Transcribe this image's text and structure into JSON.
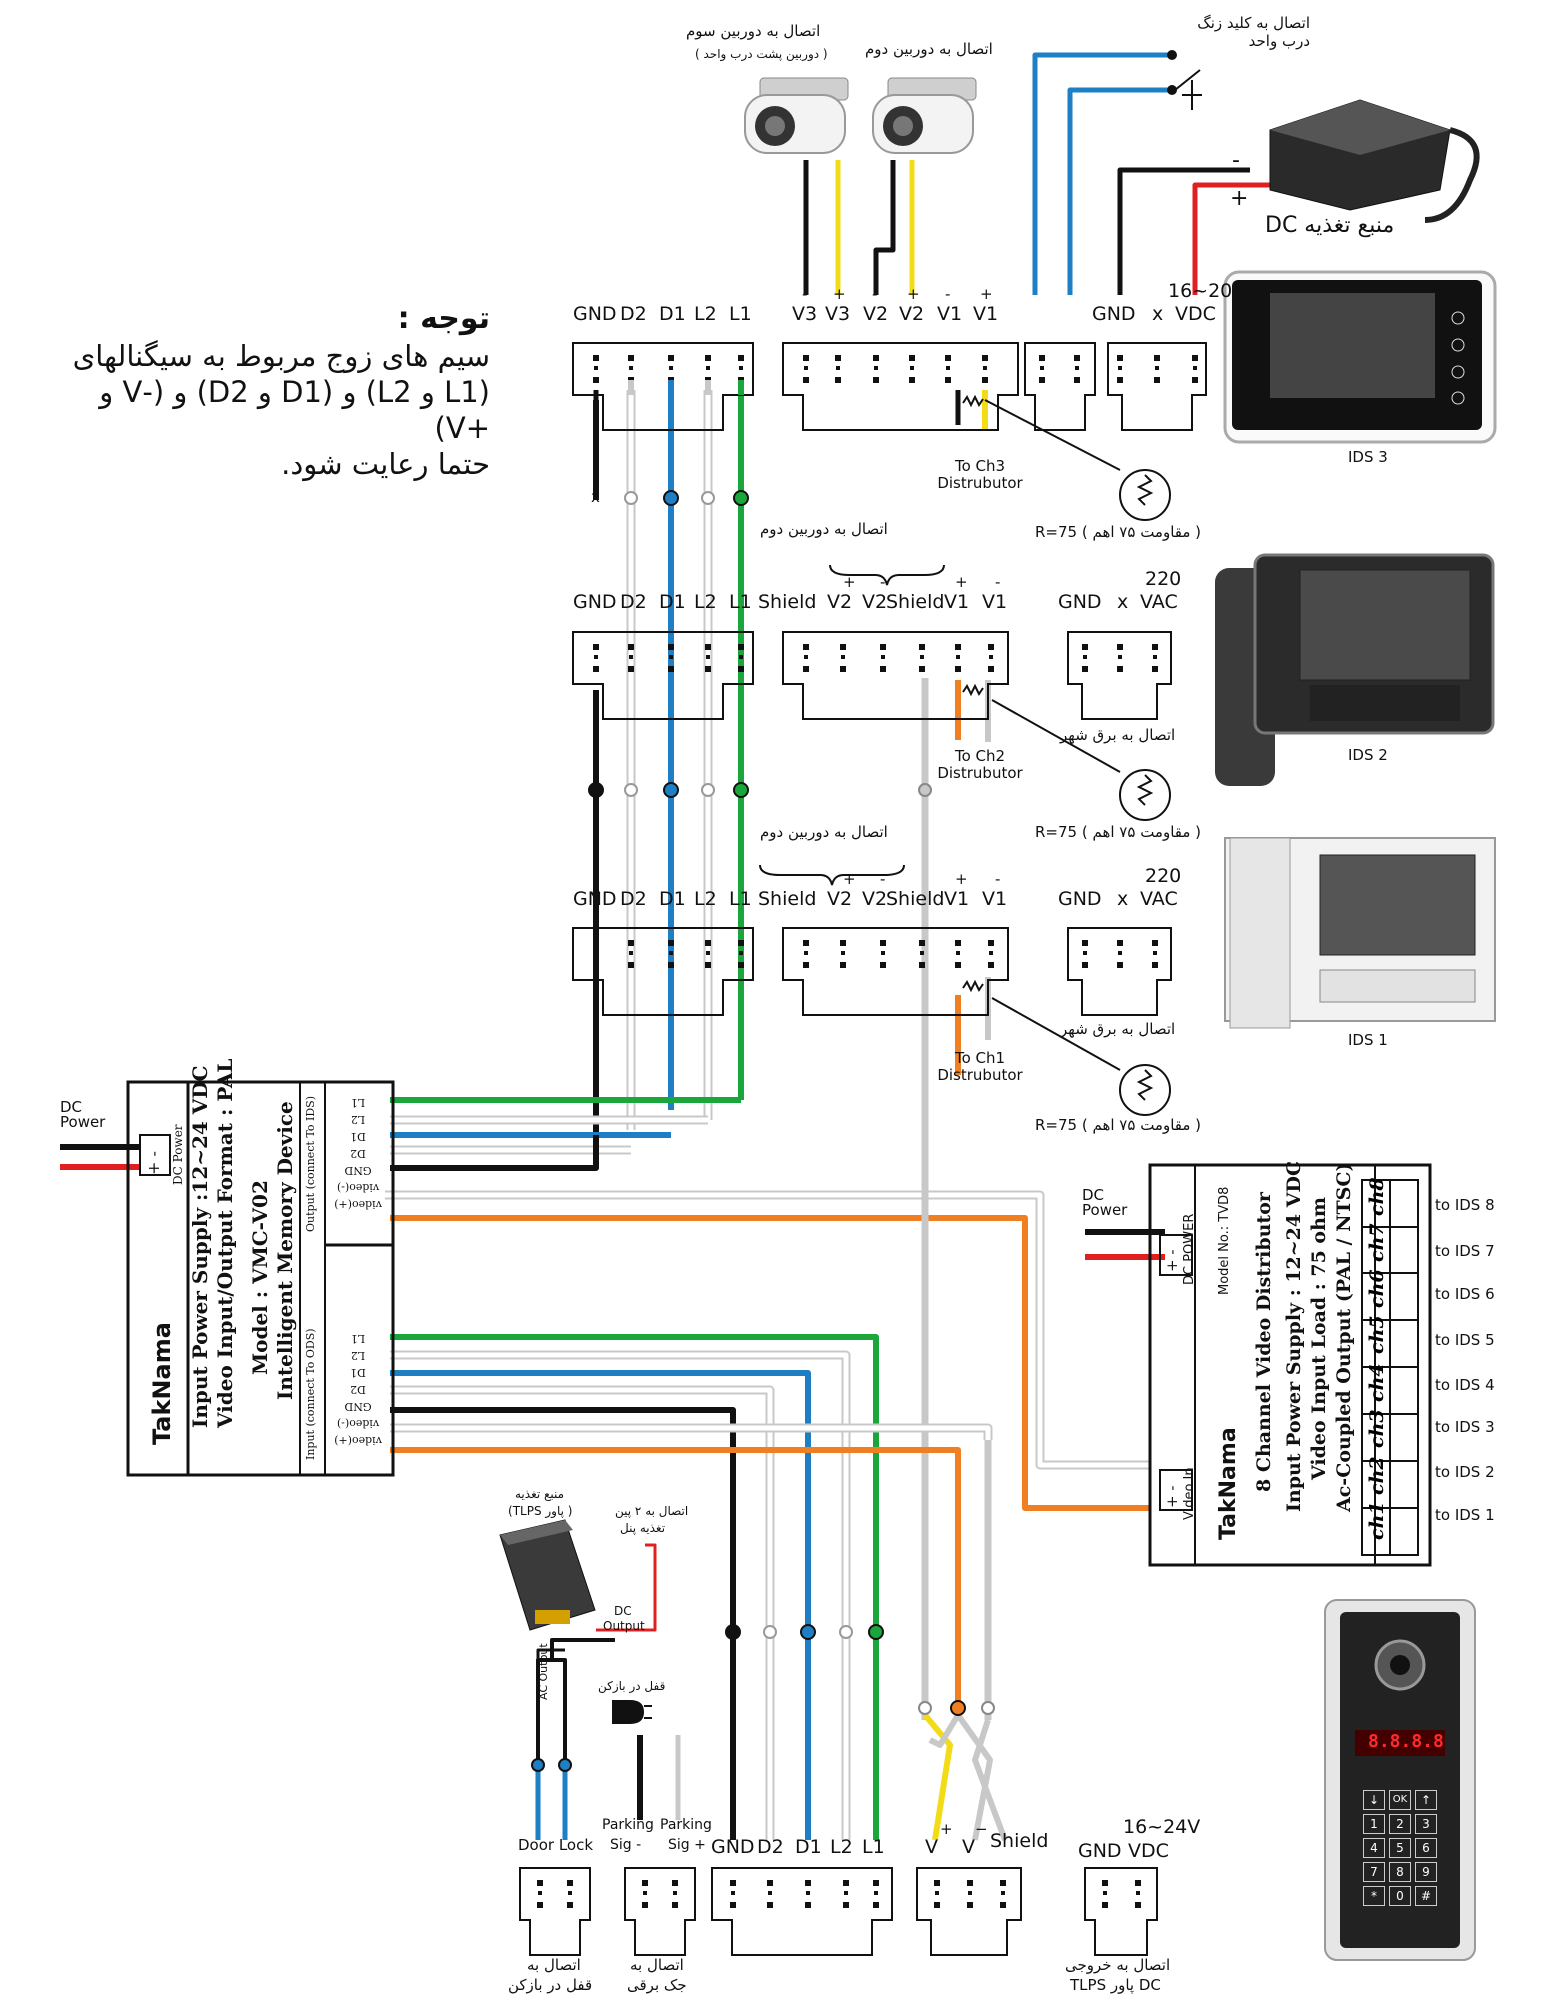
{
  "note": {
    "title": "توجه :",
    "line1": "سیم های زوج مربوط به سیگنالهای",
    "line2": "(L1 و L2) و (D1 و D2) و (-V و +V)",
    "line3": "حتما رعایت شود."
  },
  "cameras": {
    "cam3_label": "اتصال به دوربین سوم",
    "cam3_sub": "( دوربین پشت درب واحد )",
    "cam2_label": "اتصال به دوربین دوم"
  },
  "door_bell_label": "اتصال به کلید زنگ درب واحد",
  "dc_supply": {
    "label": "منبع تغذیه DC",
    "minus": "-",
    "plus": "+"
  },
  "ids3_row": {
    "left_terms": [
      "GND",
      "D2",
      "D1",
      "L2",
      "L1"
    ],
    "video_terms": [
      "V3",
      "V3",
      "V2",
      "V2",
      "V1",
      "V1"
    ],
    "video_signs": [
      "-",
      "+",
      "-",
      "+",
      "-",
      "+"
    ],
    "power_terms": [
      "GND",
      "x",
      "VDC"
    ],
    "power_volt": "16~20",
    "x_mark": "x",
    "distributor": "To Ch3 Distrubutor",
    "resistor": "( مقاومت ۷۵ اهم ) R=75",
    "device": "IDS 3"
  },
  "ids2_row": {
    "camera_label": "اتصال به دوربین دوم",
    "left_terms": [
      "GND",
      "D2",
      "D1",
      "L2",
      "L1"
    ],
    "video_terms": [
      "Shield",
      "V2",
      "V2",
      "Shield",
      "V1",
      "V1"
    ],
    "video_signs": [
      "",
      "+",
      "-",
      "",
      "+",
      "-"
    ],
    "power_terms": [
      "GND",
      "x",
      "VAC"
    ],
    "power_volt": "220",
    "mains": "اتصال به برق شهر",
    "distributor": "To Ch2 Distrubutor",
    "resistor": "( مقاومت ۷۵ اهم ) R=75",
    "device": "IDS 2"
  },
  "ids1_row": {
    "camera_label": "اتصال به دوربین دوم",
    "left_terms": [
      "GND",
      "D2",
      "D1",
      "L2",
      "L1"
    ],
    "video_terms": [
      "Shield",
      "V2",
      "V2",
      "Shield",
      "V1",
      "V1"
    ],
    "video_signs": [
      "",
      "+",
      "-",
      "",
      "+",
      "-"
    ],
    "power_terms": [
      "GND",
      "x",
      "VAC"
    ],
    "power_volt": "220",
    "mains": "اتصال به برق شهر",
    "distributor": "To Ch1 Distrubutor",
    "resistor": "( مقاومت ۷۵ اهم ) R=75",
    "device": "IDS 1"
  },
  "vmc": {
    "dc_power": "DC Power",
    "power_label": "DC Power",
    "brand": "TakNama",
    "line1": "Input Power Supply :12~24 VDC",
    "line2": "Video Input/Output Format : PAL",
    "line3": "Model : VMC-V02",
    "line4": "Intelligent Memory Device",
    "output_label": "Output (connect To IDS)",
    "input_label": "Input (connect To ODS)",
    "pins": [
      "L1",
      "L2",
      "D1",
      "D2",
      "GND",
      "video(-)",
      "video(+)"
    ],
    "pm": "+ -"
  },
  "tvd8": {
    "dc_power": "DC Power",
    "power_label": "DC POWER",
    "video_in": "Video In",
    "model": "Model No.: TVD8",
    "brand": "TakNama",
    "line1": "8 Channel Video Distributor",
    "line2": "Input Power Supply : 12~24 VDC",
    "line3": "Video Input Load : 75 ohm",
    "line4": "Ac-Coupled Output (PAL / NTSC)",
    "channels": [
      "ch1",
      "ch2",
      "ch3",
      "ch4",
      "ch5",
      "ch6",
      "ch7",
      "ch8"
    ],
    "outputs": [
      "to IDS 8",
      "to IDS 7",
      "to IDS 6",
      "to IDS 5",
      "to IDS 4",
      "to IDS 3",
      "to IDS 2",
      "to IDS 1"
    ],
    "pm": "+ -"
  },
  "tlps": {
    "title1": "منبع تغذیه",
    "title2": "( پاور TLPS)",
    "panel1": "اتصال به ۲ پین",
    "panel2": "تغذیه پنل",
    "dc_out1": "DC",
    "dc_out2": "Output",
    "ac_out": "AC Output",
    "lock": "قفل در بازکن"
  },
  "bottom": {
    "door_lock": "Door Lock",
    "park_top1": "Parking",
    "park_top2": "Parking",
    "park_sig1": "Sig -",
    "park_sig2": "Sig +",
    "main_terms": [
      "GND",
      "D2",
      "D1",
      "L2",
      "L1"
    ],
    "v_plus": "V",
    "v_minus": "V",
    "shield": "Shield",
    "psu_terms": [
      "GND",
      "VDC"
    ],
    "psu_volt": "16~24V",
    "cap_lock1": "اتصال به",
    "cap_lock2": "قفل در بازکن",
    "cap_jack1": "اتصال به",
    "cap_jack2": "جک برقی",
    "cap_psu1": "اتصال به خروجی",
    "cap_psu2": "DC پاور TLPS"
  },
  "door_panel": {
    "display": "8.8.8.8",
    "keys": [
      "↓",
      "OK",
      "↑",
      "1",
      "2",
      "3",
      "4",
      "5",
      "6",
      "7",
      "8",
      "9",
      "*",
      "0",
      "#"
    ]
  },
  "wire_colors": {
    "green": "#1aa63a",
    "blue": "#1e7fc4",
    "orange": "#f07f22",
    "red": "#e02020",
    "yellow": "#f2dc18",
    "gray": "#bdbdbd",
    "black": "#111111"
  }
}
